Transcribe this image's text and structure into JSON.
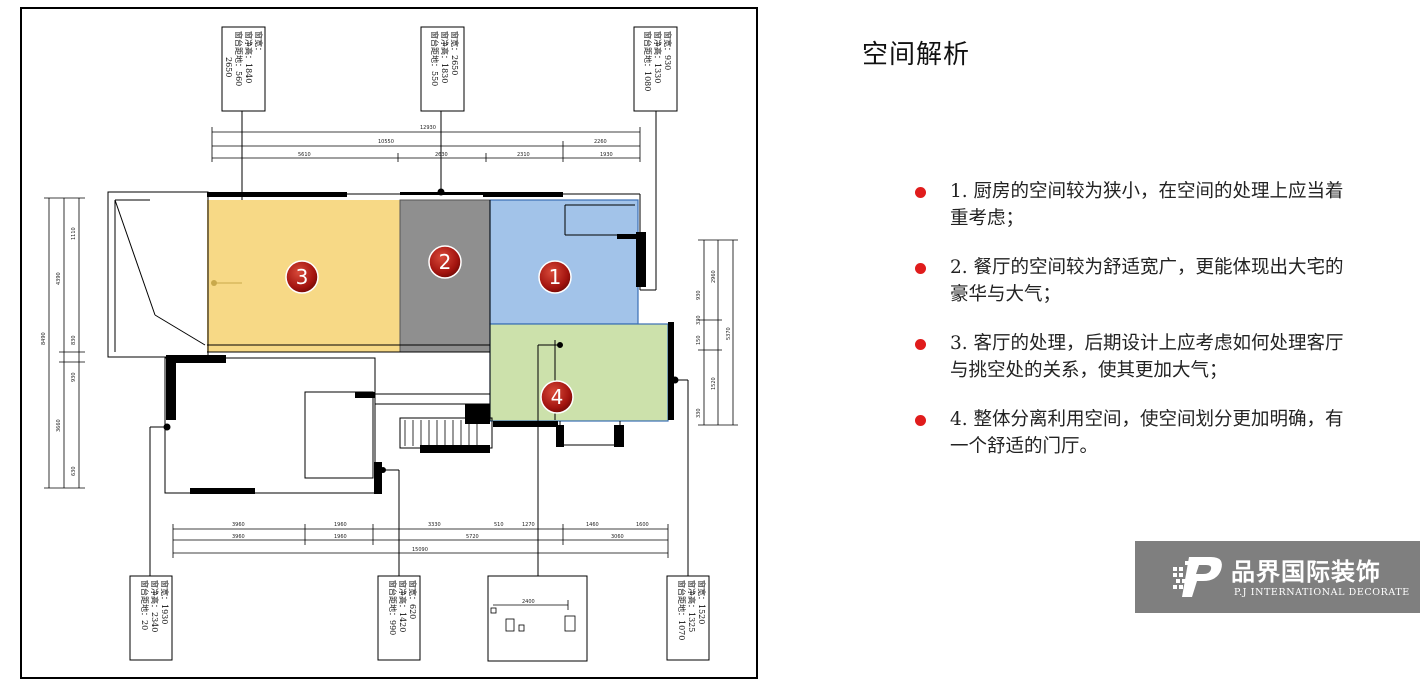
{
  "panel": {
    "title": "空间解析",
    "items": [
      "1. 厨房的空间较为狭小，在空间的处理上应当着重考虑；",
      "2. 餐厅的空间较为舒适宽广，更能体现出大宅的豪华与大气；",
      "3. 客厅的处理，后期设计上应考虑如何处理客厅与挑空处的关系，使其更加大气；",
      "4. 整体分离利用空间，使空间划分更加明确，有一个舒适的门厅。"
    ]
  },
  "brand": {
    "name_cn": "品界国际装饰",
    "name_en": "P.J INTERNATIONAL DECORATE",
    "mark": "P"
  },
  "plan": {
    "zones": [
      {
        "label": "3",
        "color": "#f7d77f"
      },
      {
        "label": "2",
        "color": "#8f8f8f"
      },
      {
        "label": "1",
        "color": "#9dc0e8"
      },
      {
        "label": "4",
        "color": "#c9dfa6"
      }
    ],
    "window_boxes": [
      {
        "lines": [
          "窗宽：",
          "窗净高：1840",
          "窗台距地：560",
          "2650"
        ]
      },
      {
        "lines": [
          "窗宽：2650",
          "窗净高：1830",
          "窗台距地：550"
        ]
      },
      {
        "lines": [
          "窗宽：930",
          "窗净高：1330",
          "窗台距地：1080"
        ]
      },
      {
        "lines": [
          "窗宽：1930",
          "窗净高：2340",
          "窗台距地：20"
        ]
      },
      {
        "lines": [
          "窗宽：620",
          "窗净高：1420",
          "窗台距地：990"
        ]
      },
      {
        "lines": [
          "窗宽：1520",
          "窗净高：1325",
          "窗台距地：1070"
        ]
      }
    ],
    "top_dims": {
      "overall": "12930",
      "row2": [
        "10550",
        "2260"
      ],
      "row3": [
        "5610",
        "2630",
        "2310",
        "1930"
      ]
    },
    "bottom_dims": {
      "row1": [
        "3960",
        "1960",
        "3330",
        "510",
        "1270",
        "1460",
        "1600"
      ],
      "row2": [
        "3960",
        "1960",
        "5720",
        "3060"
      ],
      "overall": "15090"
    },
    "left_dims": [
      "1110",
      "4390",
      "8490",
      "830",
      "930",
      "3660",
      "630"
    ],
    "right_dims": [
      "2960",
      "930",
      "330",
      "150",
      "5370",
      "1520",
      "330"
    ],
    "detail_dim": "2400"
  }
}
